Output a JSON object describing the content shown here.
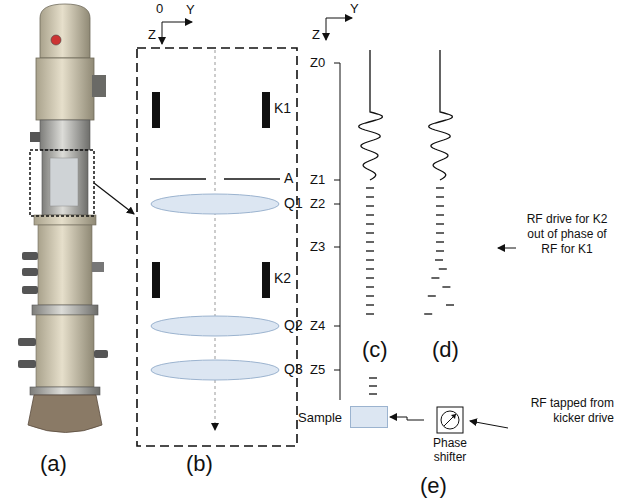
{
  "diagram": {
    "nodes": [
      {
        "text": [
          "Sample"
        ]
      },
      {
        "text": [
          "Phase shifter"
        ]
      }
    ],
    "edges": [
      {
        "from": 1,
        "to": 0,
        "arrow": "to"
      }
    ],
    "labels": [
      "(a)",
      "0",
      "Y",
      "Z",
      "K1",
      "A",
      "Q1",
      "K2",
      "Q2",
      "Q3",
      "(b)",
      "Z",
      "Y",
      "Z0",
      "Z1",
      "Z2",
      "Z3",
      "Z4",
      "Z5",
      "(c)",
      "(d)",
      "RF drive for K2 out of phase of RF for K1",
      "(e)",
      "RF tapped from kicker drive"
    ]
  }
}
